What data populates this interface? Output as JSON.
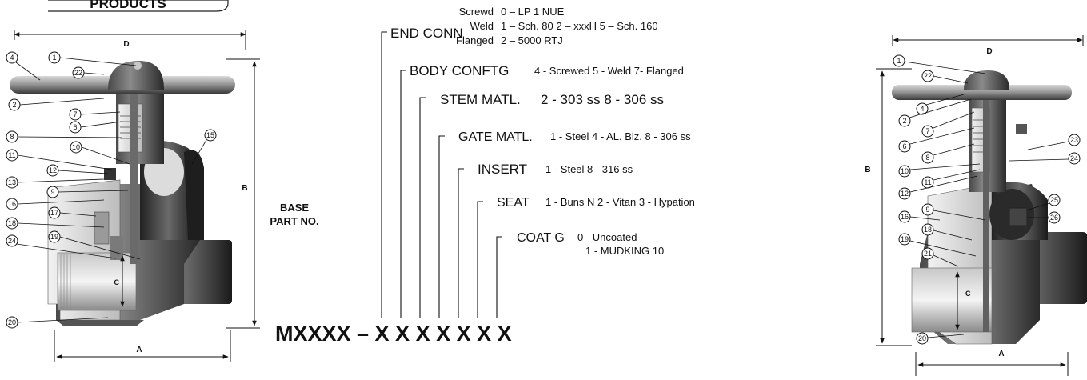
{
  "header_tab": "PRODUCTS",
  "code_key": {
    "end_conn": {
      "label": "END CONN",
      "options": [
        {
          "type": "Screwd",
          "values": "0 – LP 1 NUE"
        },
        {
          "type": "Weld",
          "values": "1 – Sch. 80 2 – xxxH  5 – Sch. 160"
        },
        {
          "type": "Flanged",
          "values": "2 – 5000 RTJ"
        }
      ]
    },
    "body_config": {
      "label": "BODY CONFTG",
      "options": "4 -  Screwed 5 - Weld 7- Flanged"
    },
    "stem_matl": {
      "label": "STEM MATL.",
      "options": "2 - 303 ss 8 - 306 ss"
    },
    "gate_matl": {
      "label": "GATE MATL.",
      "options": "1 - Steel  4 - AL. Blz.  8 - 306 ss"
    },
    "insert": {
      "label": "INSERT",
      "options": "1 - Steel  8 - 316 ss"
    },
    "seat": {
      "label": "SEAT",
      "options": "1 - Buns  N  2 - Vitan  3 - Hypation"
    },
    "coating": {
      "label": "COAT G",
      "options": [
        "0 - Uncoated",
        "1 - MUDKING 10"
      ]
    }
  },
  "part_number": {
    "base_label_line1": "BASE",
    "base_label_line2": "PART NO.",
    "code": "MXXXX – X X X X X X X"
  },
  "left_valve": {
    "dims": {
      "D": "D",
      "B": "B",
      "C": "C",
      "A": "A"
    },
    "callouts": [
      "1",
      "22",
      "4",
      "2",
      "7",
      "6",
      "8",
      "10",
      "15",
      "11",
      "12",
      "13",
      "9",
      "16",
      "17",
      "18",
      "24",
      "19",
      "20"
    ]
  },
  "right_valve": {
    "dims": {
      "D": "D",
      "B": "B",
      "C": "C",
      "A": "A"
    },
    "callouts": [
      "1",
      "22",
      "4",
      "2",
      "7",
      "6",
      "8",
      "23",
      "24",
      "10",
      "11",
      "12",
      "25",
      "26",
      "9",
      "16",
      "18",
      "19",
      "21",
      "20"
    ]
  }
}
